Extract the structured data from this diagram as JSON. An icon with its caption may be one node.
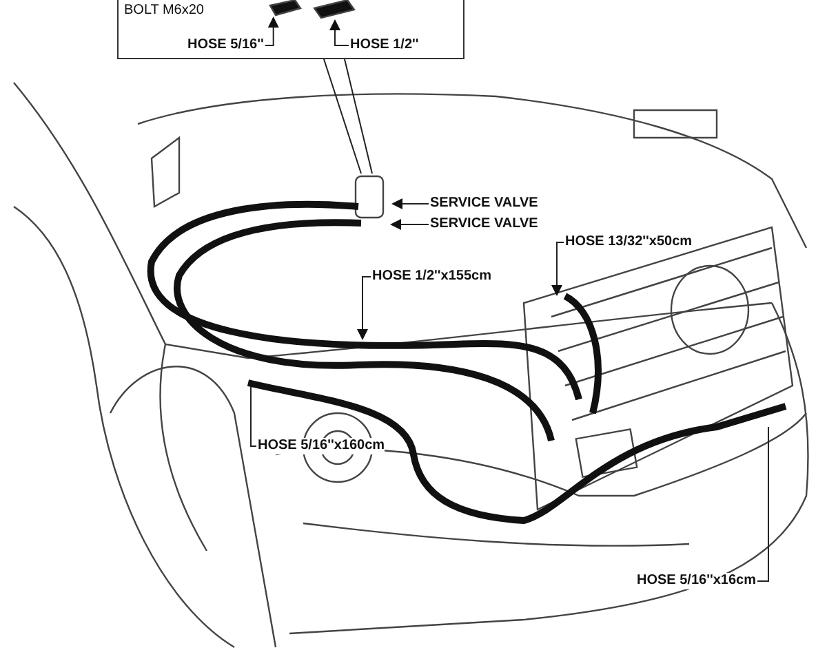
{
  "diagram": {
    "nodes": [
      {
        "text": [
          "BOLT M6x20"
        ]
      },
      {
        "text": [
          "HOSE 5/16''"
        ],
        "in": 0
      },
      {
        "text": [
          "HOSE 1/2''"
        ],
        "in": 0
      },
      {
        "text": [
          "SERVICE VALVE"
        ]
      },
      {
        "text": [
          "SERVICE VALVE"
        ]
      },
      {
        "text": [
          "HOSE 13/32''x50cm"
        ]
      },
      {
        "text": [
          "HOSE 1/2''x155cm"
        ]
      },
      {
        "text": [
          "HOSE 5/16''x160cm"
        ]
      },
      {
        "text": [
          "HOSE 5/16''x16cm"
        ]
      }
    ],
    "edges": [
      {
        "from": 1,
        "to": null,
        "arrow": "to"
      },
      {
        "from": 2,
        "to": null,
        "arrow": "to"
      },
      {
        "from": 0,
        "to": null,
        "arrow": "none"
      },
      {
        "from": 0,
        "to": null,
        "arrow": "none"
      },
      {
        "from": 3,
        "to": null,
        "arrow": "to"
      },
      {
        "from": 4,
        "to": null,
        "arrow": "to"
      },
      {
        "from": 5,
        "to": null,
        "arrow": "to"
      },
      {
        "from": 6,
        "to": null,
        "arrow": "to"
      },
      {
        "from": 7,
        "to": null,
        "arrow": "none"
      },
      {
        "from": 8,
        "to": null,
        "arrow": "none"
      }
    ]
  }
}
